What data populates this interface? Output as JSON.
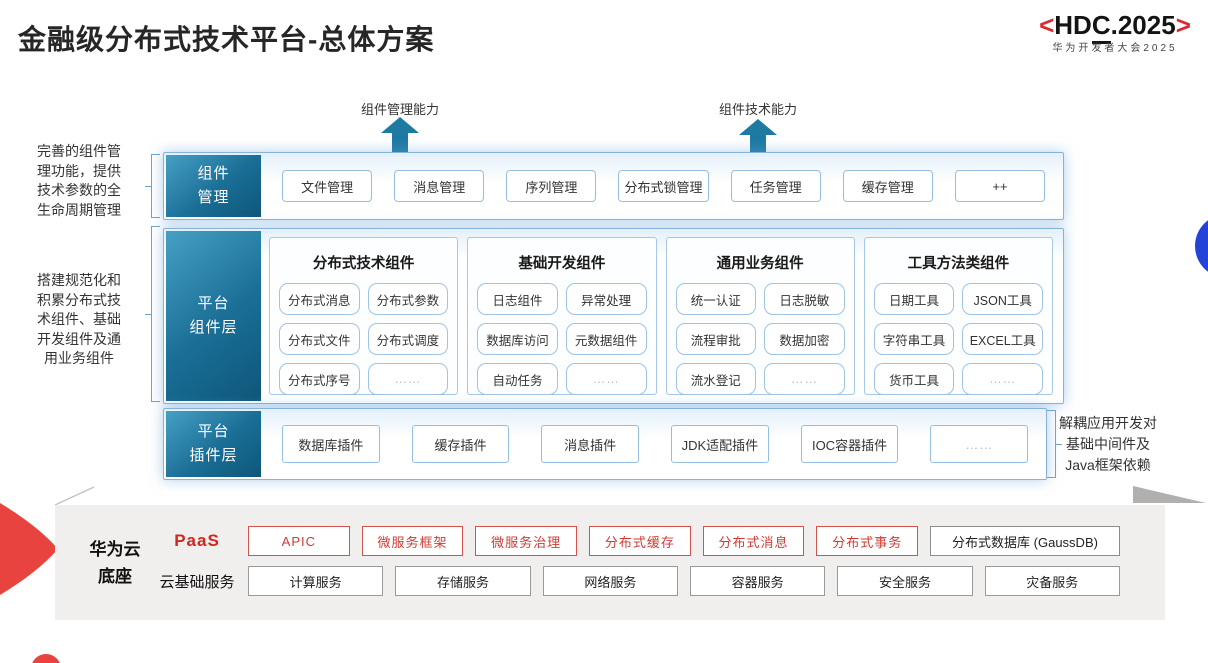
{
  "title": "金融级分布式技术平台-总体方案",
  "logo": {
    "left_bracket": "<",
    "hd": "HD",
    "c": "C",
    "rest": ".2025",
    "right_bracket": ">",
    "subtitle": "华为开发者大会2025"
  },
  "arrows": [
    {
      "label": "组件管理能力"
    },
    {
      "label": "组件技术能力"
    }
  ],
  "annotations": {
    "left_top": "完善的组件管理功能，提供技术参数的全生命周期管理",
    "left_bottom": "搭建规范化和积累分布式技术组件、基础开发组件及通用业务组件",
    "right": "解耦应用开发对基础中间件及Java框架依赖"
  },
  "rows": {
    "component_mgmt": {
      "label_line1": "组件",
      "label_line2": "管理",
      "items": [
        "文件管理",
        "消息管理",
        "序列管理",
        "分布式锁管理",
        "任务管理",
        "缓存管理",
        "++"
      ]
    },
    "platform_components": {
      "label_line1": "平台",
      "label_line2": "组件层",
      "columns": [
        {
          "title": "分布式技术组件",
          "items": [
            "分布式消息",
            "分布式参数",
            "分布式文件",
            "分布式调度",
            "分布式序号",
            "……"
          ]
        },
        {
          "title": "基础开发组件",
          "items": [
            "日志组件",
            "异常处理",
            "数据库访问",
            "元数据组件",
            "自动任务",
            "……"
          ]
        },
        {
          "title": "通用业务组件",
          "items": [
            "统一认证",
            "日志脱敏",
            "流程审批",
            "数据加密",
            "流水登记",
            "……"
          ]
        },
        {
          "title": "工具方法类组件",
          "items": [
            "日期工具",
            "JSON工具",
            "字符串工具",
            "EXCEL工具",
            "货币工具",
            "……"
          ]
        }
      ]
    },
    "platform_plugins": {
      "label_line1": "平台",
      "label_line2": "插件层",
      "items": [
        "数据库插件",
        "缓存插件",
        "消息插件",
        "JDK适配插件",
        "IOC容器插件",
        "……"
      ]
    }
  },
  "foundation": {
    "label_line1": "华为云",
    "label_line2": "底座",
    "paas": {
      "label": "PaaS",
      "items": [
        "APIC",
        "微服务框架",
        "微服务治理",
        "分布式缓存",
        "分布式消息",
        "分布式事务"
      ],
      "db_item": "分布式数据库 (GaussDB)"
    },
    "cloud": {
      "label": "云基础服务",
      "items": [
        "计算服务",
        "存储服务",
        "网络服务",
        "容器服务",
        "安全服务",
        "灾备服务"
      ]
    }
  },
  "colors": {
    "teal_label": "#16688f",
    "teal_arrow": "#1d7aa3",
    "red_accent": "#e8433e",
    "paas_red": "#cf3b35",
    "hdc_red": "#dd2a30",
    "blue_circle": "#2443d8",
    "box_border_blue": "#8fb8dc",
    "slab_gray": "#f1efee"
  }
}
